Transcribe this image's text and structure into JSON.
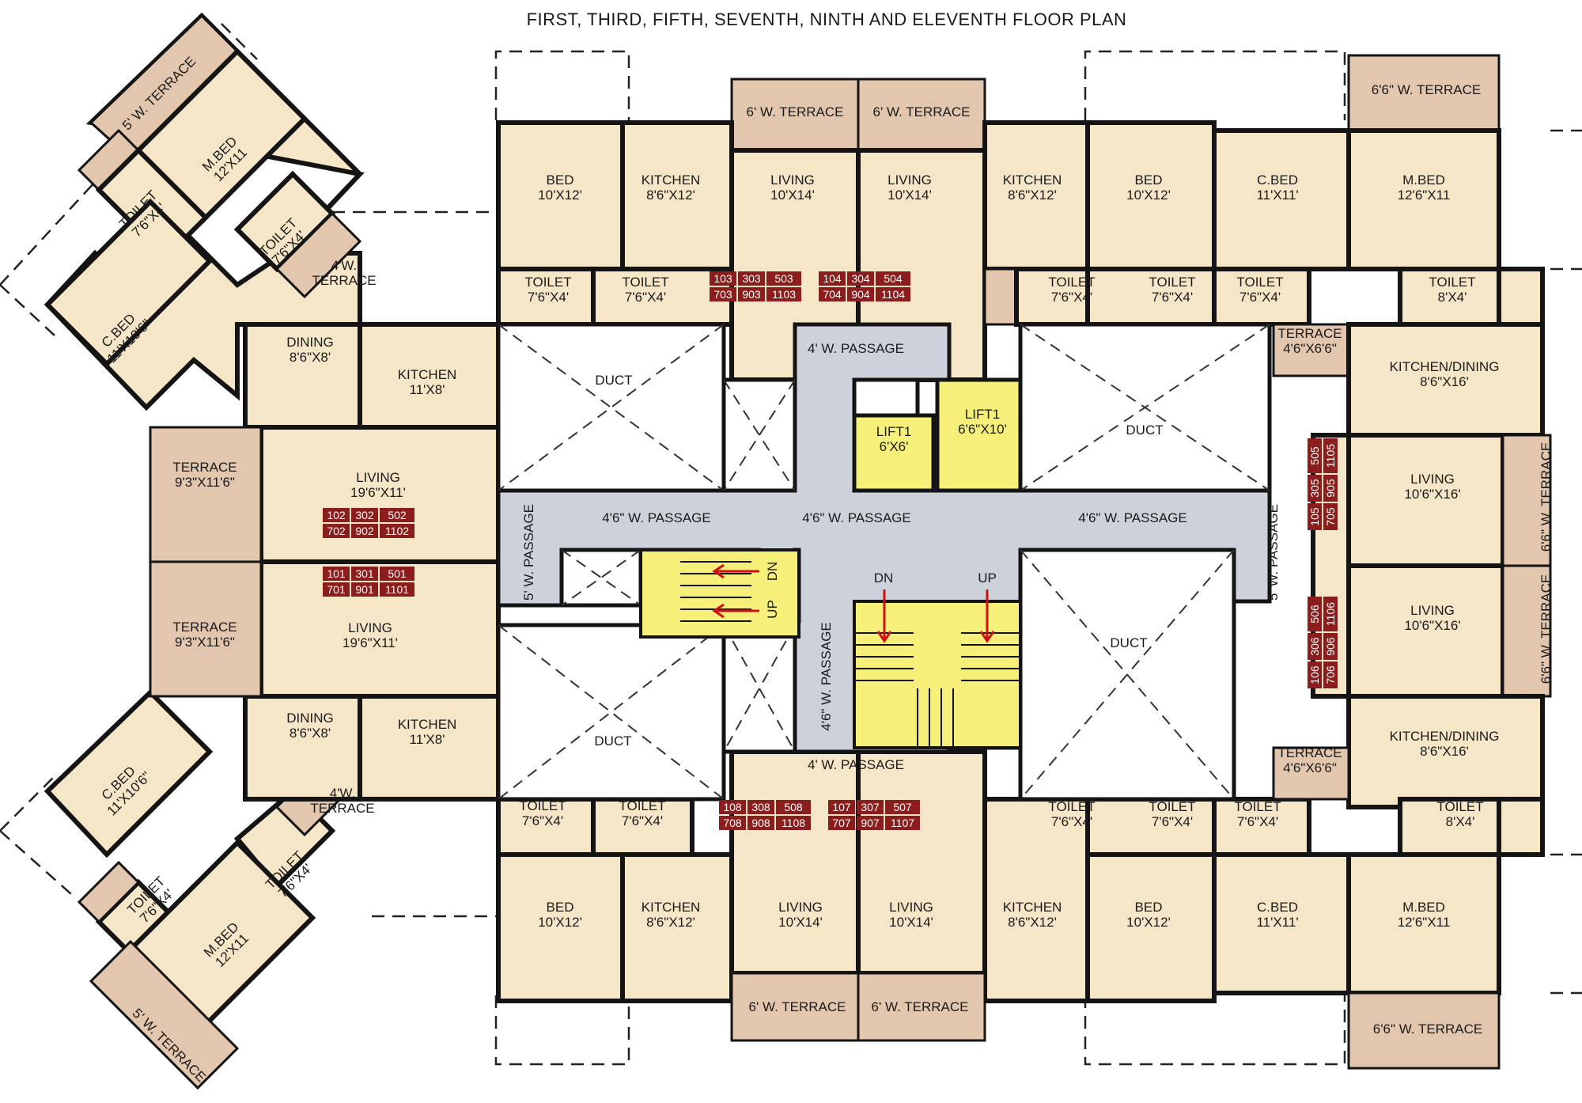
{
  "title": "FIRST, THIRD, FIFTH, SEVENTH, NINTH AND ELEVENTH FLOOR PLAN",
  "rooms": {
    "bed_tl": [
      "BED",
      "10'X12'"
    ],
    "kitchen_tl": [
      "KITCHEN",
      "8'6\"X12'"
    ],
    "living_tl": [
      "LIVING",
      "10'X14'"
    ],
    "living_tc": [
      "LIVING",
      "10'X14'"
    ],
    "kitchen_tc": [
      "KITCHEN",
      "8'6\"X12'"
    ],
    "bed_tc": [
      "BED",
      "10'X12'"
    ],
    "cbed_tr": [
      "C.BED",
      "11'X11'"
    ],
    "mbed_tr": [
      "M.BED",
      "12'6\"X11"
    ],
    "toilet_t1": [
      "TOILET",
      "7'6\"X4'"
    ],
    "toilet_t2": [
      "TOILET",
      "7'6\"X4'"
    ],
    "toilet_t3": [
      "TOILET",
      "7'6\"X4'"
    ],
    "toilet_t4": [
      "TOILET",
      "7'6\"X4'"
    ],
    "toilet_t5": [
      "TOILET",
      "7'6\"X4'"
    ],
    "toilet_t6": [
      "TOILET",
      "8'X4'"
    ],
    "terrace_t1": "6' W. TERRACE",
    "terrace_t2": "6' W. TERRACE",
    "terrace_t3": "6'6\" W. TERRACE",
    "terrace_r_small_t": [
      "TERRACE",
      "4'6\"X6'6\""
    ],
    "kitchen_dining_rt": [
      "KITCHEN/DINING",
      "8'6\"X16'"
    ],
    "living_rt": [
      "LIVING",
      "10'6\"X16'"
    ],
    "living_rb": [
      "LIVING",
      "10'6\"X16'"
    ],
    "kitchen_dining_rb": [
      "KITCHEN/DINING",
      "8'6\"X16'"
    ],
    "terrace_r_small_b": [
      "TERRACE",
      "4'6\"X6'6\""
    ],
    "terrace_r_side_t": "6'6\" W. TERRACE",
    "terrace_r_side_b": "6'6\" W. TERRACE",
    "bed_bl": [
      "BED",
      "10'X12'"
    ],
    "kitchen_bl": [
      "KITCHEN",
      "8'6\"X12'"
    ],
    "living_bl": [
      "LIVING",
      "10'X14'"
    ],
    "living_bc": [
      "LIVING",
      "10'X14'"
    ],
    "kitchen_bc": [
      "KITCHEN",
      "8'6\"X12'"
    ],
    "bed_bc": [
      "BED",
      "10'X12'"
    ],
    "cbed_br": [
      "C.BED",
      "11'X11'"
    ],
    "mbed_br": [
      "M.BED",
      "12'6\"X11"
    ],
    "toilet_b1": [
      "TOILET",
      "7'6\"X4'"
    ],
    "toilet_b2": [
      "TOILET",
      "7'6\"X4'"
    ],
    "toilet_b3": [
      "TOILET",
      "7'6\"X4'"
    ],
    "toilet_b4": [
      "TOILET",
      "7'6\"X4'"
    ],
    "toilet_b5": [
      "TOILET",
      "7'6\"X4'"
    ],
    "toilet_b6": [
      "TOILET",
      "8'X4'"
    ],
    "terrace_b1": "6' W. TERRACE",
    "terrace_b2": "6' W. TERRACE",
    "terrace_b3": "6'6\" W. TERRACE",
    "mbed_lt": [
      "M.BED",
      "12'X11"
    ],
    "terrace_lt_5w": "5' W. TERRACE",
    "toilet_lt1": [
      "TOILET",
      "7'6\"X4'"
    ],
    "toilet_lt2": [
      "TOILET",
      "7'6\"X4'"
    ],
    "terrace_lt_4w": [
      "4'W.",
      "TERRACE"
    ],
    "cbed_lt": [
      "C.BED",
      "11'X10'6\""
    ],
    "dining_lt": [
      "DINING",
      "8'6\"X8'"
    ],
    "kitchen_lt": [
      "KITCHEN",
      "11'X8'"
    ],
    "living_lt": [
      "LIVING",
      "19'6\"X11'"
    ],
    "terrace_l1": [
      "TERRACE",
      "9'3\"X11'6\""
    ],
    "terrace_l2": [
      "TERRACE",
      "9'3\"X11'6\""
    ],
    "living_lb": [
      "LIVING",
      "19'6\"X11'"
    ],
    "dining_lb": [
      "DINING",
      "8'6\"X8'"
    ],
    "kitchen_lb": [
      "KITCHEN",
      "11'X8'"
    ],
    "cbed_lb": [
      "C.BED",
      "11'X10'6\""
    ],
    "terrace_lb_4w": [
      "4'W.",
      "TERRACE"
    ],
    "toilet_lb1": [
      "TOILET",
      "7'6\"X4'"
    ],
    "toilet_lb2": [
      "TOILET",
      "7'6\"X4'"
    ],
    "mbed_lb": [
      "M.BED",
      "12'X11"
    ],
    "terrace_lb_5w": "5' W. TERRACE"
  },
  "core": {
    "duct": "DUCT",
    "lift1": [
      "LIFT1",
      "6'X6'"
    ],
    "lift2": [
      "LIFT1",
      "6'6\"X10'"
    ],
    "passage_4w": "4' W. PASSAGE",
    "passage_46w": "4'6\" W. PASSAGE",
    "passage_46w_v": "4'6\" W. PASSAGE",
    "passage_5w": "5' W. PASSAGE",
    "up": "UP",
    "dn": "DN"
  },
  "units": {
    "u103": [
      "103",
      "303",
      "503",
      "703",
      "903",
      "1103"
    ],
    "u104": [
      "104",
      "304",
      "504",
      "704",
      "904",
      "1104"
    ],
    "u102": [
      "102",
      "302",
      "502",
      "702",
      "902",
      "1102"
    ],
    "u101": [
      "101",
      "301",
      "501",
      "701",
      "901",
      "1101"
    ],
    "u108": [
      "108",
      "308",
      "508",
      "708",
      "908",
      "1108"
    ],
    "u107": [
      "107",
      "307",
      "507",
      "707",
      "907",
      "1107"
    ],
    "u105": [
      "105",
      "305",
      "505",
      "705",
      "905",
      "1105"
    ],
    "u106": [
      "106",
      "306",
      "506",
      "706",
      "906",
      "1106"
    ]
  },
  "colors": {
    "room": "#f5e6c8",
    "terrace": "#e2c7ae",
    "passage": "#cdd2da",
    "lift": "#f6f07a",
    "unit_badge": "#8b1d1d",
    "arrow": "#d01010"
  }
}
